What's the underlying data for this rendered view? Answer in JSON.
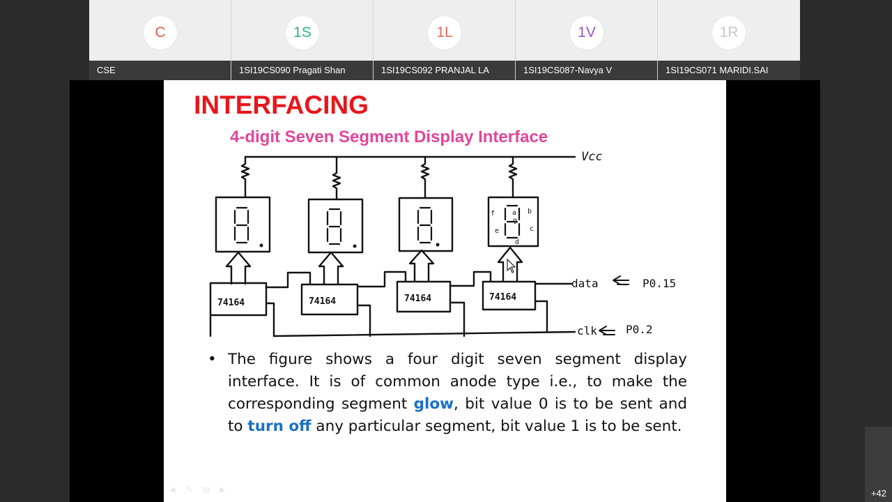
{
  "participants": [
    {
      "initials": "C",
      "name": "CSE",
      "color": "#e8584c"
    },
    {
      "initials": "1S",
      "name": "1SI19CS090 Pragati Shan",
      "color": "#2fb37a"
    },
    {
      "initials": "1L",
      "name": "1SI19CS092 PRANJAL LA",
      "color": "#e8685a"
    },
    {
      "initials": "1V",
      "name": "1SI19CS087-Navya V",
      "color": "#9a55c9"
    },
    {
      "initials": "1R",
      "name": "1SI19CS071 MARIDI.SAI",
      "color": "#c8c8c8"
    }
  ],
  "slide": {
    "title": "INTERFACING",
    "subtitle": "4-digit Seven Segment Display Interface",
    "diagram": {
      "vcc_label": "Vcc",
      "chip_label": "74164",
      "data_label": "data",
      "data_port": "P0.15",
      "clk_label": "clk",
      "clk_port": "P0.2",
      "segment_labels": [
        "a",
        "b",
        "c",
        "d",
        "e",
        "f",
        "g"
      ]
    },
    "bullet": {
      "part1": "The figure shows a four digit seven segment display interface. It is of common anode type i.e., to make the corresponding segment ",
      "glow": "glow",
      "part2": ", bit value 0 is to be sent and to ",
      "turn_off": "turn off",
      "part3": " any particular segment, bit value 1 is to be sent."
    }
  },
  "more_participants": "+42"
}
